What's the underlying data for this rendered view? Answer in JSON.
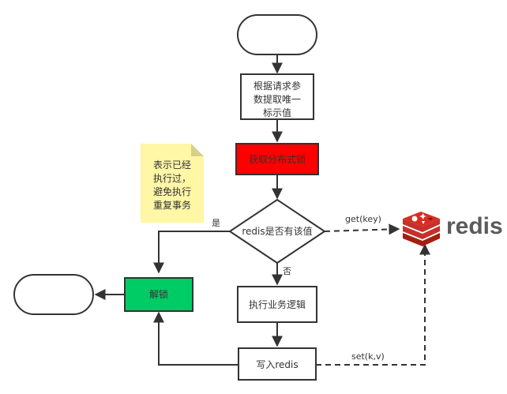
{
  "diagram": {
    "type": "flowchart",
    "nodes": {
      "start": {
        "shape": "terminator",
        "label": ""
      },
      "extract_id": {
        "shape": "process",
        "lines": [
          "根据请求参",
          "数提取唯一",
          "标示值"
        ]
      },
      "acquire_lock": {
        "shape": "process",
        "label": "获取分布式锁",
        "fill": "#ff0000"
      },
      "check_redis": {
        "shape": "decision",
        "label": "redis是否有该值"
      },
      "execute_business": {
        "shape": "process",
        "label": "执行业务逻辑"
      },
      "write_redis": {
        "shape": "process",
        "label": "写入redis"
      },
      "unlock": {
        "shape": "process",
        "label": "解锁",
        "fill": "#00cc66"
      },
      "end": {
        "shape": "terminator",
        "label": ""
      }
    },
    "note": {
      "lines": [
        "表示已经",
        "执行过，",
        "避免执行",
        "重复事务"
      ],
      "fill": "#fff6a6"
    },
    "edges": {
      "yes_label": "是",
      "no_label": "否",
      "get_label": "get(key)",
      "set_label": "set(k,v)"
    },
    "redis_logo": {
      "wordmark": "redis",
      "color": "#d82c20"
    }
  }
}
